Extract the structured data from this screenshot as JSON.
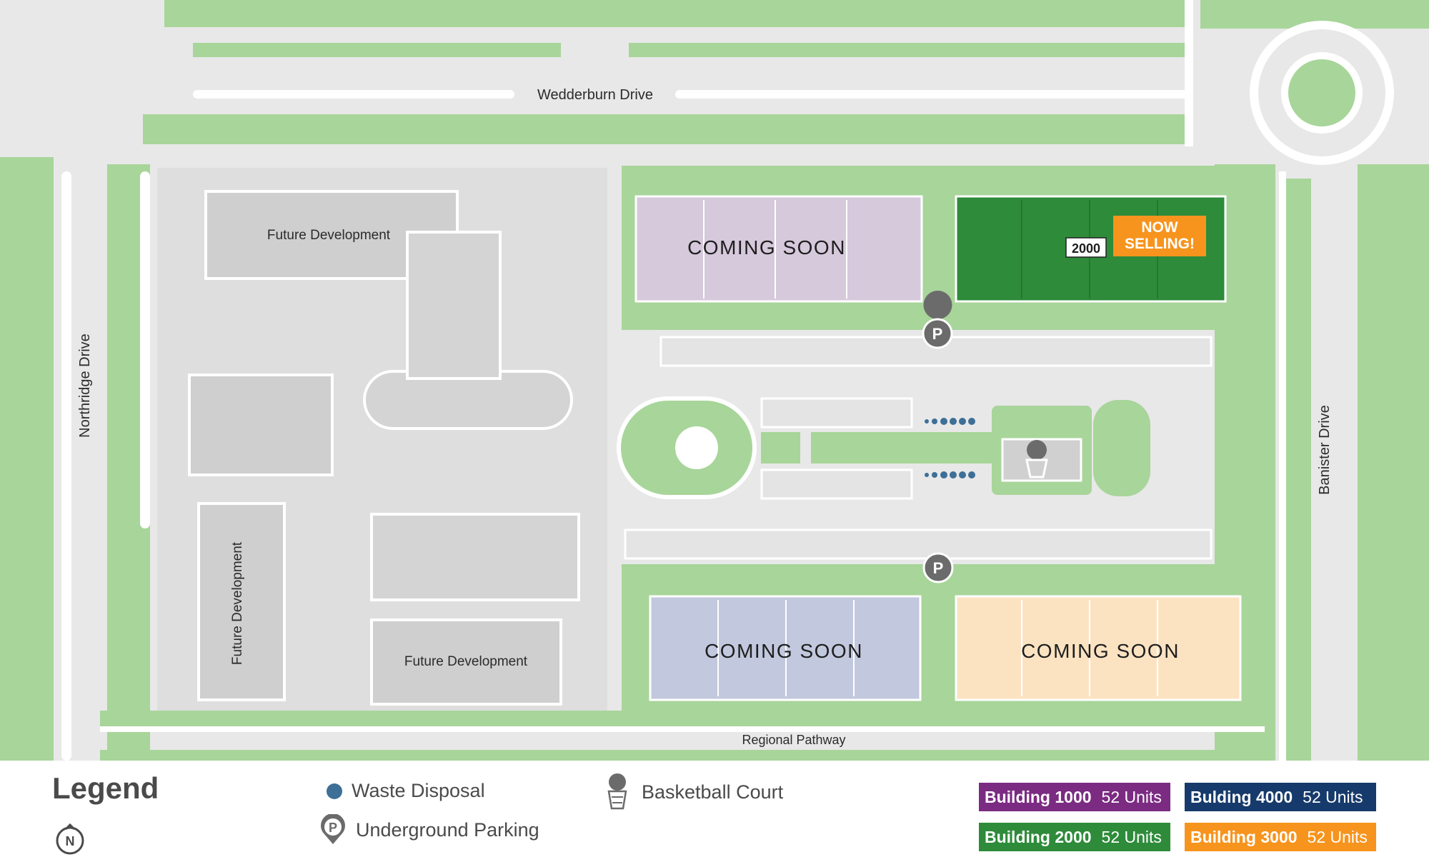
{
  "roads": {
    "north": "Wedderburn Drive",
    "west": "Northridge Drive",
    "east": "Banister Drive",
    "south": "Regional Pathway"
  },
  "buildings": {
    "nw": {
      "label": "COMING SOON",
      "color": "#d6c9dc"
    },
    "ne": {
      "label": "2000",
      "color": "#2e8b3a",
      "badge": "NOW\nSELLING!",
      "badge_color": "#f7941d"
    },
    "sw": {
      "label": "COMING SOON",
      "color": "#c2c8dd"
    },
    "se": {
      "label": "COMING SOON",
      "color": "#fbe3c2"
    }
  },
  "future": {
    "a": "Future Development",
    "b": "Future Development",
    "c": "Future Development"
  },
  "legend": {
    "title": "Legend",
    "north": "N",
    "waste": "Waste Disposal",
    "parking": "Underground Parking",
    "parking_glyph": "P",
    "court": "Basketball Court",
    "b1000": {
      "name": "Building 1000",
      "units": "52 Units",
      "color": "#7b2b82"
    },
    "b4000": {
      "name": "Bulding 4000",
      "units": "52 Units",
      "color": "#163a6b"
    },
    "b2000": {
      "name": "Building 2000",
      "units": "52 Units",
      "color": "#2e8b3a"
    },
    "b3000": {
      "name": "Building 3000",
      "units": "52 Units",
      "color": "#f7941d"
    }
  },
  "colors": {
    "grass": "#a8d59a",
    "road": "#e7e7e7",
    "lot": "#dcdcdc",
    "waste_dot": "#3d6f97",
    "pin": "#6b6b6b"
  }
}
